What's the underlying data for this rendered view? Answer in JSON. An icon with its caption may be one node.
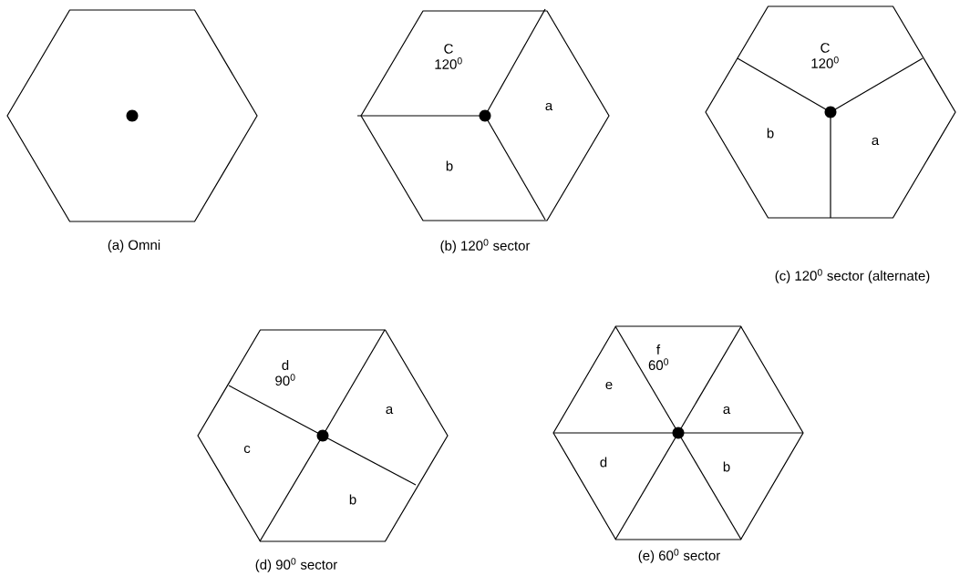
{
  "diagram": {
    "nodes": [
      {
        "text": [],
        "shape": "hexagon",
        "beside": [
          "(a) Omni"
        ]
      },
      {
        "text": [
          "C 120$^{0}$",
          "a",
          "b"
        ],
        "beside": [
          "(b) 120$^{0}$ sector"
        ]
      },
      {
        "text": [
          "C 120$^{0}$",
          "b",
          "a"
        ],
        "beside": [
          "(c) 120$^{0}$ sector (alternate)"
        ]
      },
      {
        "text": [
          "d 90$^{0}$",
          "a",
          "c",
          "b"
        ],
        "beside": [
          "(d) 90$^{0}$ sector"
        ]
      },
      {
        "text": [
          "f 60$^{0}$",
          "e",
          "a",
          "d",
          "b"
        ],
        "beside": [
          "(e) 60$^{0}$ sector"
        ]
      }
    ]
  }
}
